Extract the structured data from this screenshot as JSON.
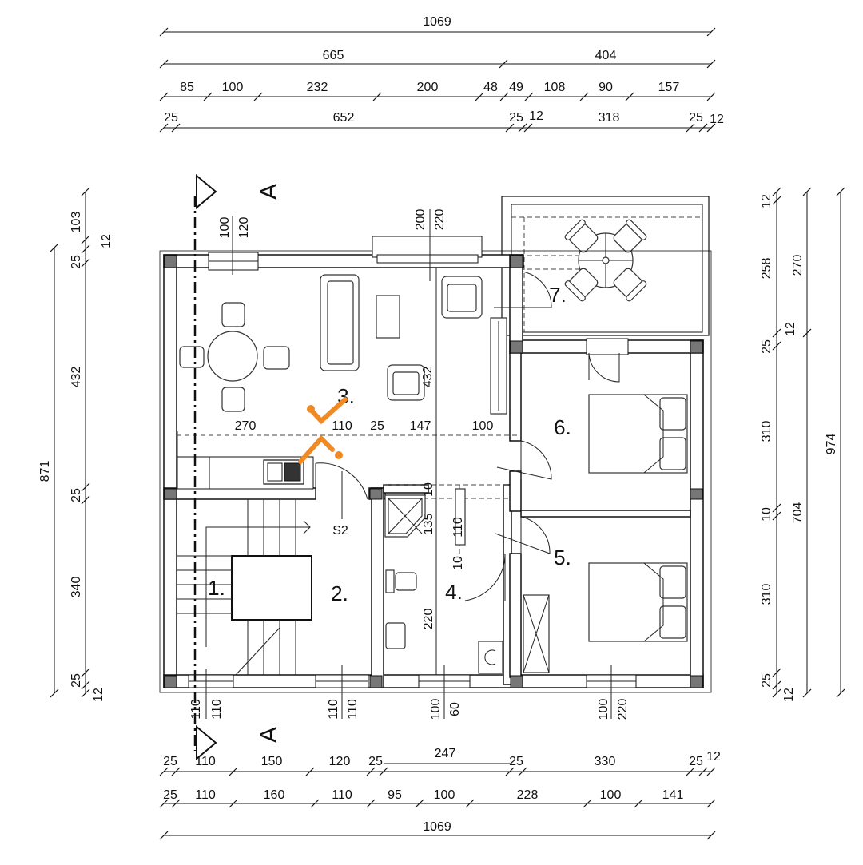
{
  "dims_top": {
    "overall": "1069",
    "row2": [
      "665",
      "404"
    ],
    "row3": [
      "85",
      "100",
      "232",
      "200",
      "48",
      "49",
      "108",
      "90",
      "157"
    ],
    "row4": [
      "25",
      "652",
      "25",
      "12",
      "318",
      "25",
      "12"
    ]
  },
  "dims_bottom": {
    "row1": [
      "25",
      "110",
      "150",
      "120",
      "25",
      "247",
      "25",
      "330",
      "25",
      "12"
    ],
    "row2": [
      "25",
      "110",
      "160",
      "110",
      "95",
      "100",
      "228",
      "100",
      "141"
    ],
    "overall": "1069"
  },
  "dims_left": {
    "overall": "871",
    "inner": [
      "432",
      "25",
      "340",
      "25"
    ],
    "small": [
      "103",
      "12",
      "25",
      "12"
    ]
  },
  "dims_right": {
    "inner": [
      "12",
      "258",
      "25",
      "310",
      "10",
      "310",
      "25",
      "12"
    ],
    "mid": [
      "270",
      "12",
      "704"
    ],
    "overall": "974"
  },
  "openings": {
    "top_window_1": [
      "100",
      "120"
    ],
    "top_window_2": [
      "200",
      "220"
    ],
    "bottom_window_1": [
      "110",
      "110"
    ],
    "bottom_window_2": [
      "110",
      "110"
    ],
    "bottom_window_3": [
      "100",
      "60"
    ],
    "bottom_window_4": [
      "100",
      "220"
    ]
  },
  "interior_dims": {
    "hall_row": [
      "270",
      "110",
      "25",
      "147",
      "100"
    ],
    "room3_height": "432",
    "bath": [
      "10",
      "135",
      "110",
      "10",
      "220"
    ]
  },
  "rooms": {
    "r1": "1.",
    "r2": "2.",
    "r3": "3.",
    "r4": "4.",
    "r5": "5.",
    "r6": "6.",
    "r7": "7.",
    "stair_label": "S2"
  },
  "section": {
    "top": "A",
    "bottom": "A"
  },
  "colors": {
    "accent": "#f08a24",
    "line": "#111111",
    "column": "#777777"
  }
}
